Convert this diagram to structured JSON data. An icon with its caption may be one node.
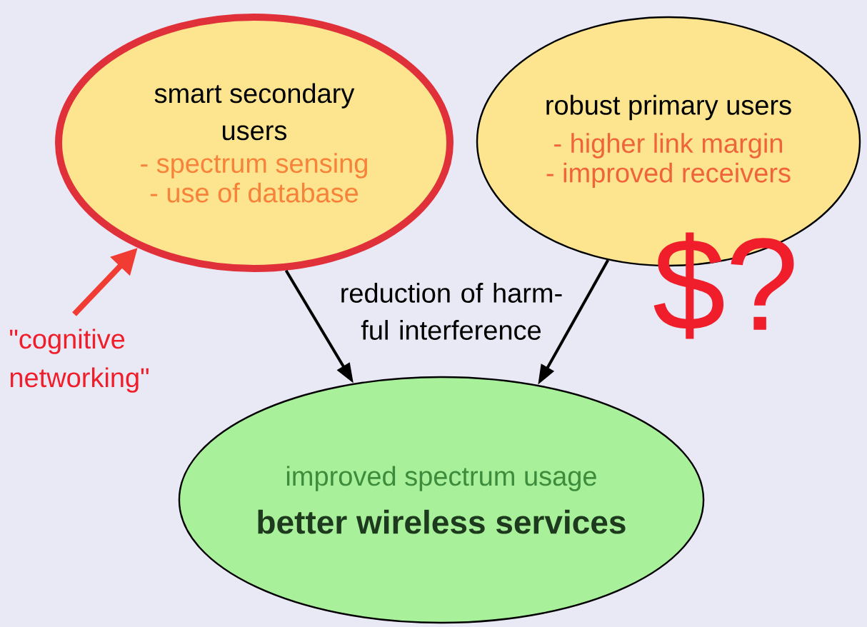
{
  "diagram": {
    "nodes": [
      {
        "text": [
          "smart secondary users",
          "- spectrum sensing",
          "- use of database"
        ]
      },
      {
        "text": [
          "robust primary users",
          "- higher link margin",
          "- improved receivers"
        ]
      },
      {
        "text": [
          "improved spectrum usage",
          "better wireless services"
        ]
      },
      {
        "text": [
          "\"cognitive networking\""
        ]
      }
    ],
    "edges": [
      {
        "from": 0,
        "to": 2,
        "arrow": "to"
      },
      {
        "from": 1,
        "to": 2,
        "arrow": "to"
      },
      {
        "from": 3,
        "to": 0,
        "arrow": "to",
        "style": "thick",
        "color": "#f03c32"
      }
    ],
    "labels": [
      "reduction of harm- ful interference",
      "$?"
    ]
  }
}
